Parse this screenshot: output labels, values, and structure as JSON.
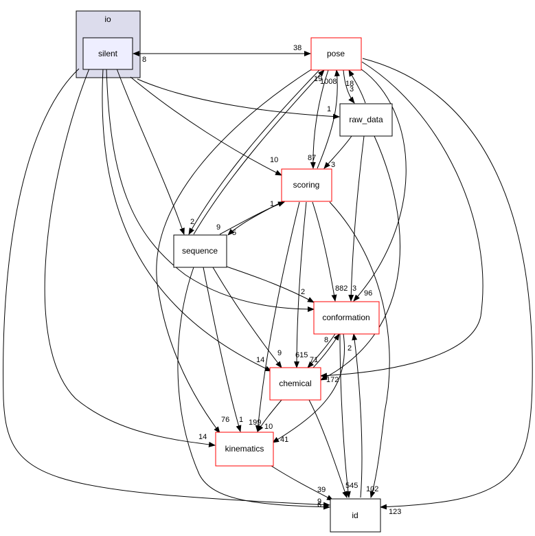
{
  "diagram": {
    "cluster": {
      "label": "io",
      "fill": "#dcdcec",
      "stroke": "#000000"
    },
    "colors": {
      "red_border": "#ff0000",
      "black_border": "#000000",
      "silent_fill": "#eeeeff"
    },
    "nodes": {
      "silent": "silent",
      "pose": "pose",
      "raw_data": "raw_data",
      "scoring": "scoring",
      "sequence": "sequence",
      "conformation": "conformation",
      "chemical": "chemical",
      "kinematics": "kinematics",
      "id": "id"
    },
    "edge_labels": {
      "silent_pose": "38",
      "pose_silent": "8",
      "silent_raw_data": "1",
      "silent_scoring": "10",
      "silent_sequence": "2",
      "silent_kinematics": "14",
      "silent_id": "6",
      "pose_sequence": "9",
      "pose_scoring": "87",
      "scoring_pose_a": "19",
      "scoring_pose_b": "1008",
      "pose_raw_data": "3",
      "raw_data_pose": "18",
      "pose_conformation": "96",
      "pose_chemical": "172",
      "pose_id": "123",
      "raw_data_scoring": "3",
      "raw_data_conformation": "3",
      "scoring_sequence": "5",
      "sequence_scoring": "1",
      "scoring_conformation": "882",
      "scoring_chemical": "615",
      "scoring_kinematics": "199",
      "scoring_id": "102",
      "sequence_conformation": "2",
      "sequence_chemical": "9",
      "sequence_kinematics": "1",
      "sequence_id": "9",
      "conformation_chemical": "8",
      "chemical_conformation": "71",
      "conformation_id": "545",
      "id_conformation": "2",
      "chemical_kinematics": "10",
      "conformation_kinematics": "41",
      "kinematics_id": "39",
      "pose_kinematics": "76",
      "silent_chemical": "14"
    }
  }
}
